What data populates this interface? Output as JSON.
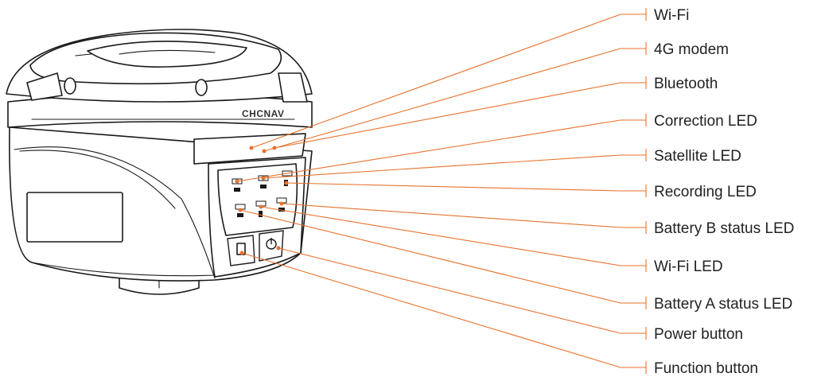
{
  "device": {
    "brand": "CHCNAV"
  },
  "callouts": [
    {
      "id": "wifi",
      "label": "Wi-Fi"
    },
    {
      "id": "4g-modem",
      "label": "4G modem"
    },
    {
      "id": "bluetooth",
      "label": "Bluetooth"
    },
    {
      "id": "correction-led",
      "label": "Correction LED"
    },
    {
      "id": "satellite-led",
      "label": "Satellite LED"
    },
    {
      "id": "recording-led",
      "label": "Recording LED"
    },
    {
      "id": "battery-b-status-led",
      "label": "Battery B status LED"
    },
    {
      "id": "wifi-led",
      "label": "Wi-Fi LED"
    },
    {
      "id": "battery-a-status-led",
      "label": "Battery A status LED"
    },
    {
      "id": "power-button",
      "label": "Power button"
    },
    {
      "id": "function-button",
      "label": "Function button"
    }
  ],
  "colors": {
    "leader": "#e8722c",
    "outline": "#1a1a1a",
    "text": "#222222"
  }
}
